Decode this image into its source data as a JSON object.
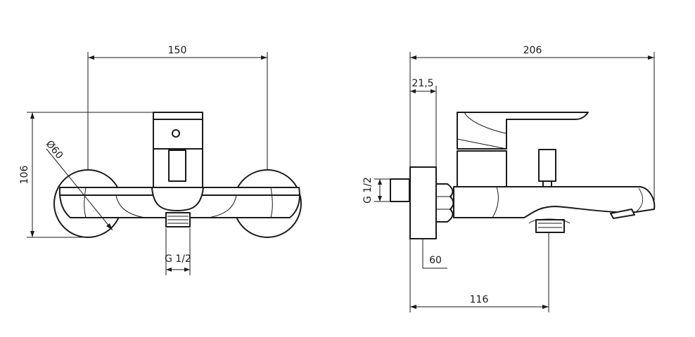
{
  "dimensions": {
    "front_width": "150",
    "front_height": "106",
    "front_diameter": "Ø60",
    "front_thread": "G 1/2",
    "side_width": "206",
    "side_wall_offset": "21,5",
    "side_thread": "G 1/2",
    "side_depth": "60",
    "side_spout": "116"
  }
}
